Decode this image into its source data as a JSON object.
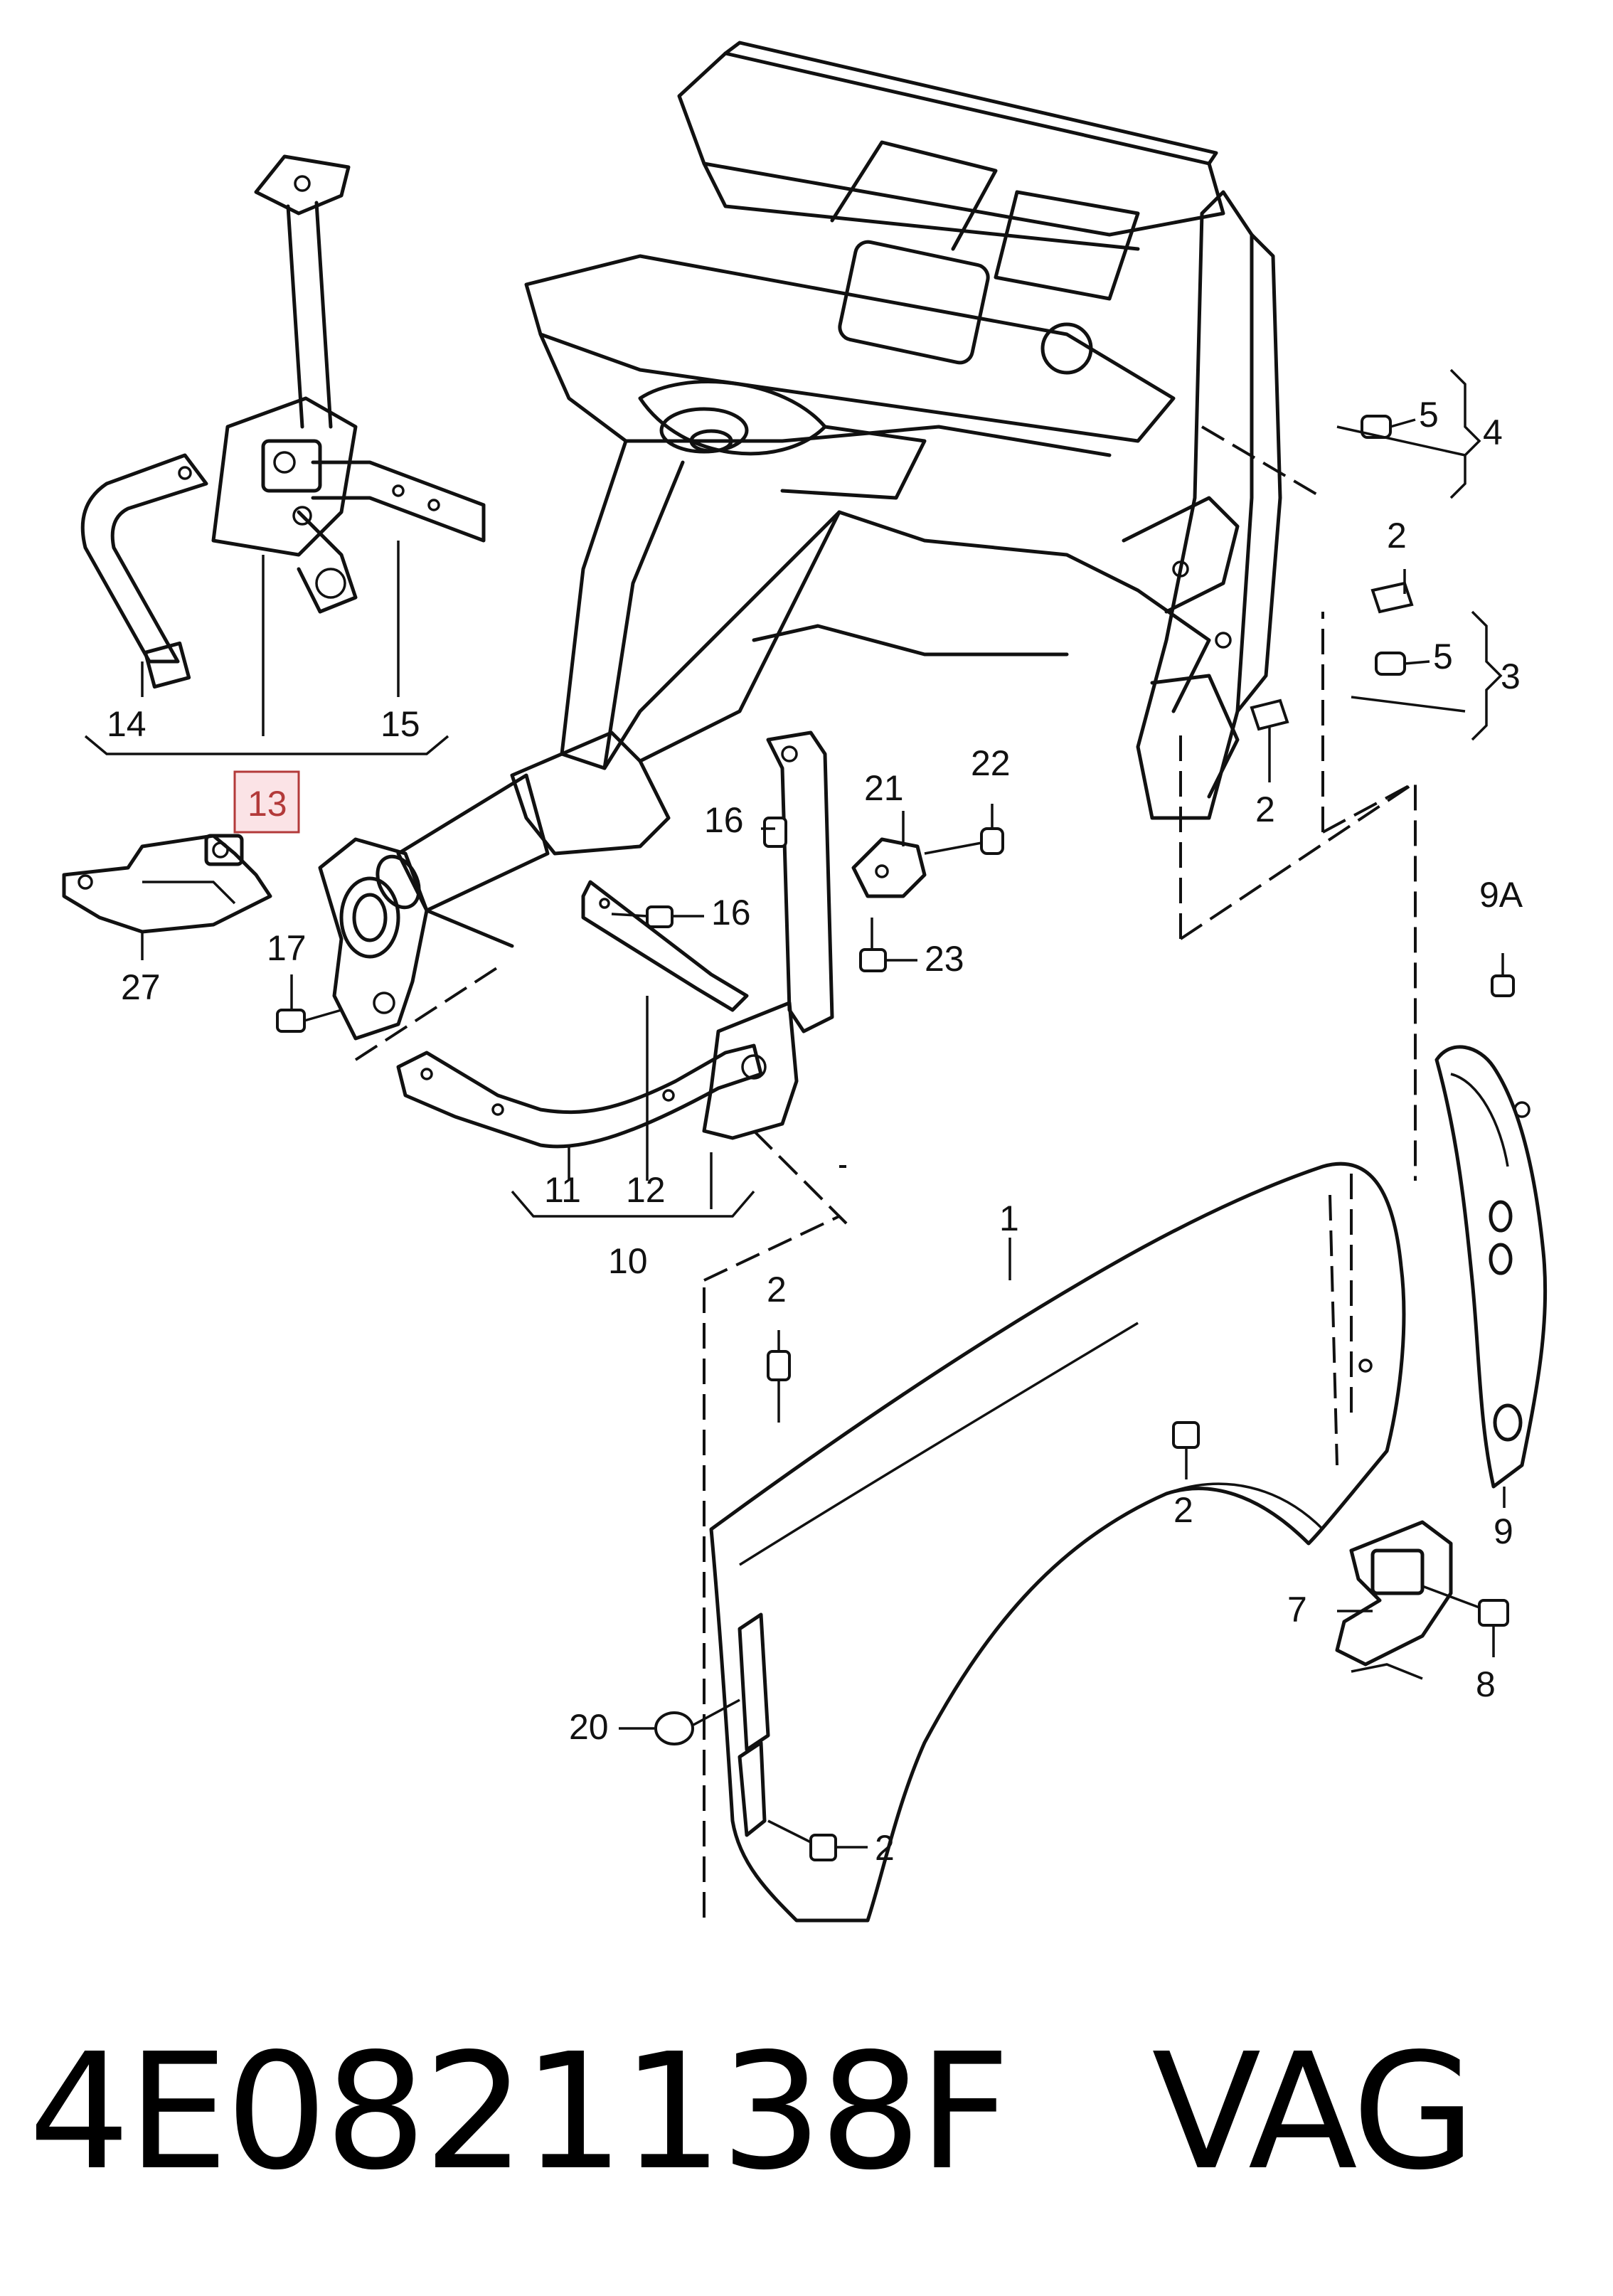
{
  "diagram": {
    "callouts": {
      "c1": "1",
      "c2a": "2",
      "c2b": "2",
      "c2c": "2",
      "c2d": "2",
      "c2e": "2",
      "c3": "3",
      "c4": "4",
      "c5a": "5",
      "c5b": "5",
      "c7": "7",
      "c8": "8",
      "c9": "9",
      "c9a": "9A",
      "c10": "10",
      "c11": "11",
      "c12": "12",
      "c13": "13",
      "c14": "14",
      "c15": "15",
      "c16a": "16",
      "c16b": "16",
      "c17": "17",
      "c20": "20",
      "c21": "21",
      "c22": "22",
      "c23": "23",
      "c27": "27"
    },
    "highlight_color": "#b33a3a",
    "highlight_fill": "#fbe3e6"
  },
  "footer": {
    "part_number": "4E0821138F",
    "brand": "VAG"
  }
}
